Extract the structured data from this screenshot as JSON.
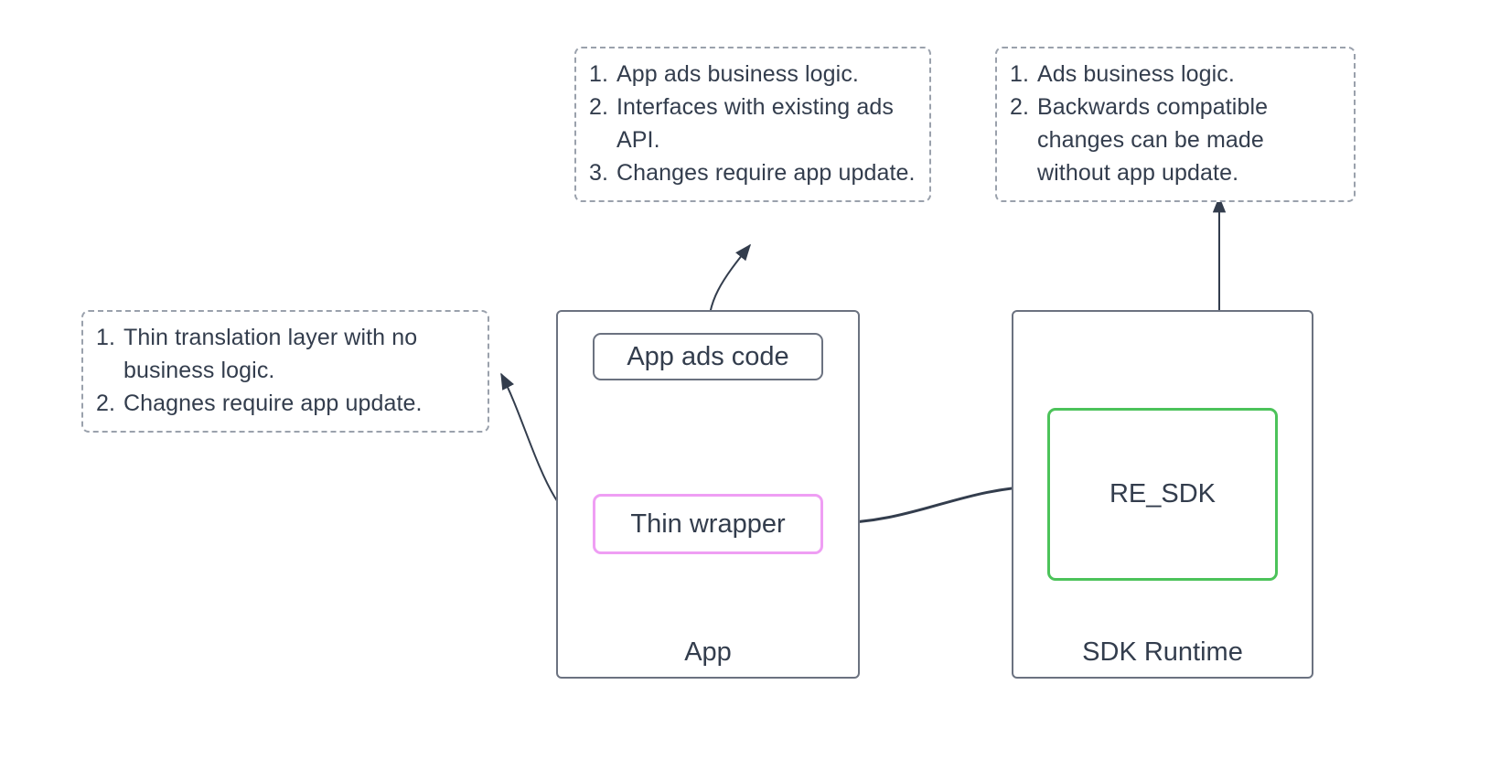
{
  "diagram": {
    "title": "App ads / SDK Runtime architecture",
    "colors": {
      "text": "#333d4d",
      "container_border": "#6b7280",
      "callout_border": "#9aa1ac",
      "thin_wrapper_border": "#ef9ef4",
      "re_sdk_border": "#4cc35a",
      "arrow": "#333d4d",
      "background": "#ffffff"
    },
    "containers": [
      {
        "id": "app",
        "label": "App"
      },
      {
        "id": "sdk_runtime",
        "label": "SDK Runtime"
      }
    ],
    "nodes": [
      {
        "id": "app_ads_code",
        "label": "App ads code"
      },
      {
        "id": "thin_wrapper",
        "label": "Thin wrapper"
      },
      {
        "id": "re_sdk",
        "label": "RE_SDK"
      }
    ],
    "callouts": {
      "app_ads_code": {
        "items": [
          {
            "num": "1.",
            "text": "App ads business logic."
          },
          {
            "num": "2.",
            "text": "Interfaces with existing ads API."
          },
          {
            "num": "3.",
            "text": "Changes require app update."
          }
        ]
      },
      "re_sdk": {
        "items": [
          {
            "num": "1.",
            "text": "Ads business logic."
          },
          {
            "num": "2.",
            "text": "Backwards compatible changes can be made without app update."
          }
        ]
      },
      "thin_wrapper": {
        "items": [
          {
            "num": "1.",
            "text": "Thin translation layer with no business logic."
          },
          {
            "num": "2.",
            "text": "Chagnes require app update."
          }
        ]
      }
    },
    "connectors": [
      {
        "id": "app-ads-code-to-callout",
        "from": "app_ads_code",
        "to": "callout_app_ads_code",
        "style": "curved",
        "heads": "end"
      },
      {
        "id": "re-sdk-to-callout",
        "from": "re_sdk",
        "to": "callout_re_sdk",
        "style": "straight",
        "heads": "end"
      },
      {
        "id": "thin-wrapper-to-callout",
        "from": "thin_wrapper",
        "to": "callout_thin_wrapper",
        "style": "curved",
        "heads": "end"
      },
      {
        "id": "app-ads-code-thin-wrapper",
        "from": "app_ads_code",
        "to": "thin_wrapper",
        "style": "straight-vertical",
        "heads": "both"
      },
      {
        "id": "re-sdk-thin-wrapper",
        "from": "re_sdk",
        "to": "thin_wrapper",
        "style": "curved",
        "heads": "both"
      }
    ]
  }
}
